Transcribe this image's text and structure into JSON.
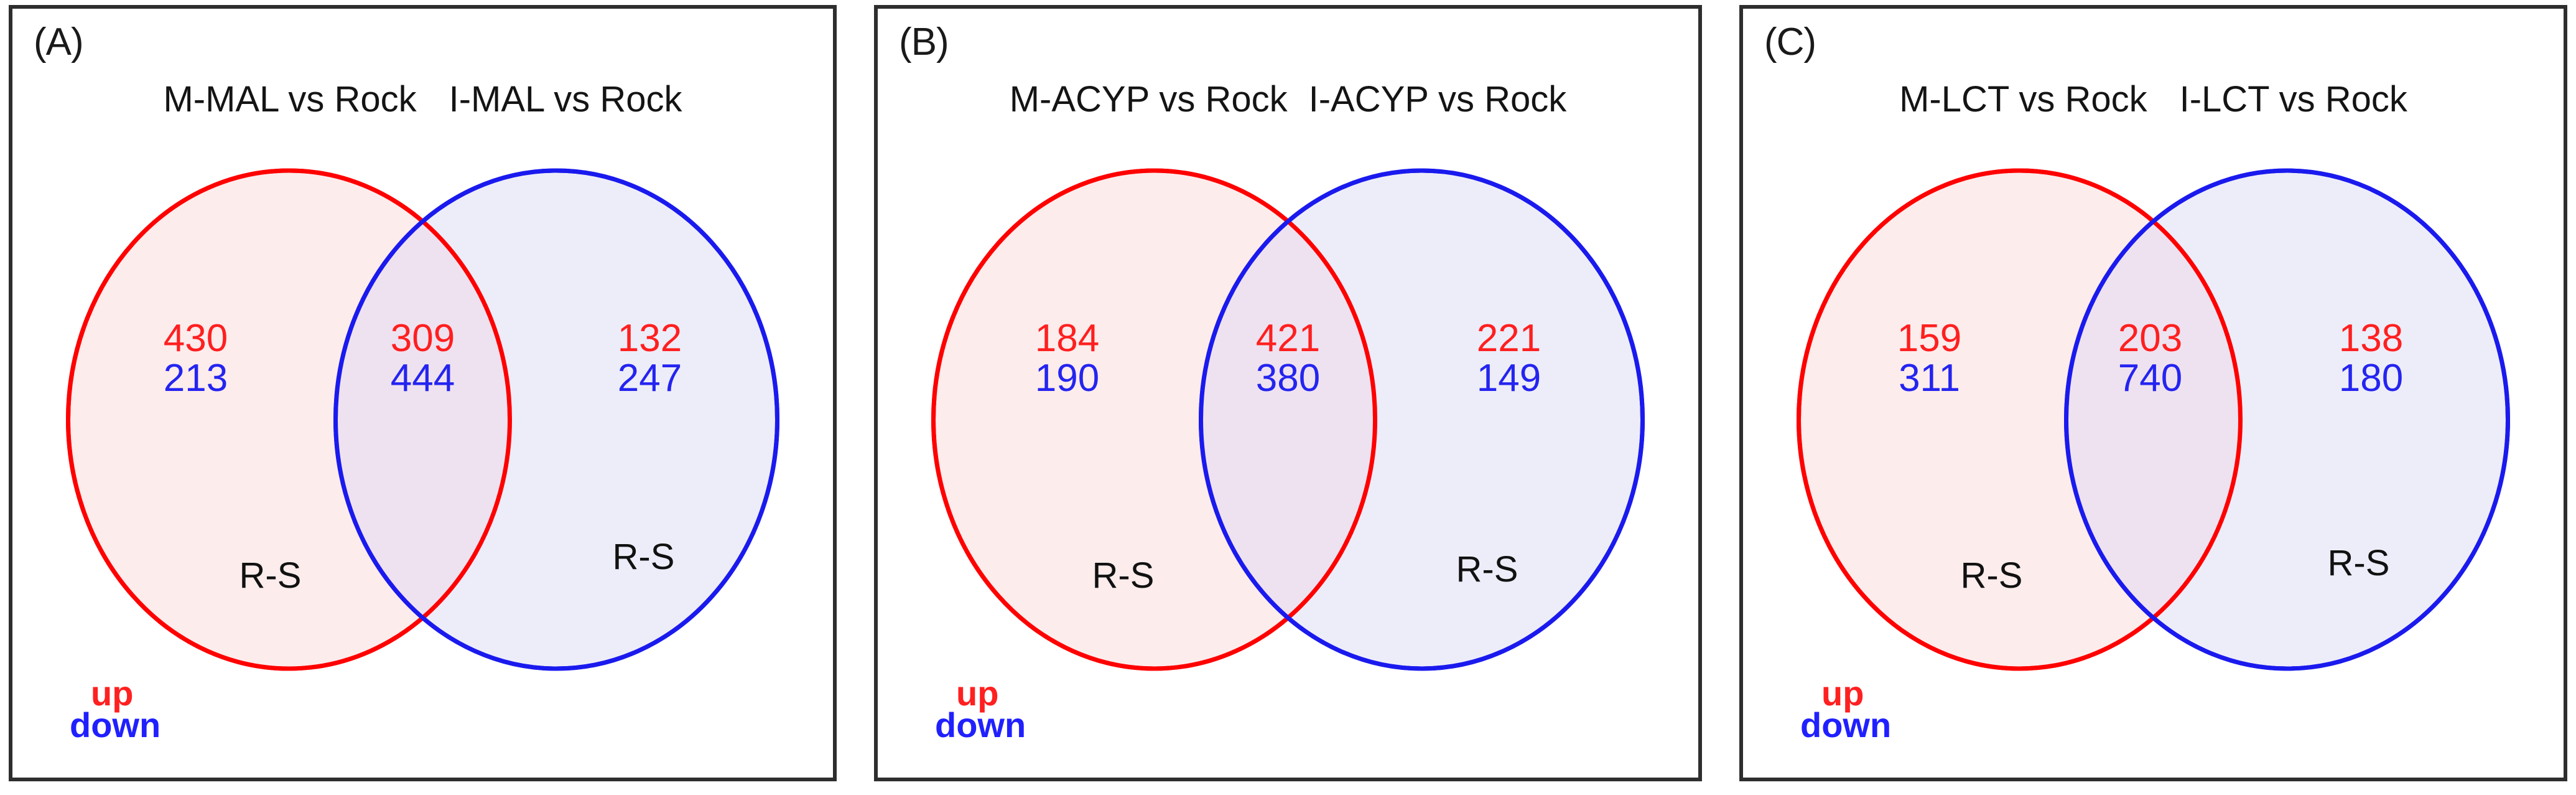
{
  "figure": {
    "panel_count": 3,
    "legend": {
      "up_label": "up",
      "down_label": "down",
      "up_color": "#ff1f1f",
      "down_color": "#2424f0"
    },
    "colors": {
      "left_stroke": "#ff0000",
      "right_stroke": "#1a1aee",
      "left_fill": "#fdecec",
      "right_fill": "#ececf8",
      "overlap_fill": "#f3e4f0",
      "panel_border": "#2e2e2e",
      "text": "#141414"
    }
  },
  "chart_data": [
    {
      "type": "venn",
      "panel": "(A)",
      "title": "",
      "sets": [
        "M-MAL vs Rock",
        "I-MAL vs Rock"
      ],
      "regions": {
        "left_only": {
          "up": "430",
          "down": "213"
        },
        "intersection": {
          "up": "309",
          "down": "444"
        },
        "right_only": {
          "up": "132",
          "down": "247"
        }
      },
      "annotations": {
        "left_note": "R-S",
        "right_note": "R-S"
      },
      "legend": [
        "up",
        "down"
      ]
    },
    {
      "type": "venn",
      "panel": "(B)",
      "title": "",
      "sets": [
        "M-ACYP vs Rock",
        "I-ACYP vs Rock"
      ],
      "regions": {
        "left_only": {
          "up": "184",
          "down": "190"
        },
        "intersection": {
          "up": "421",
          "down": "380"
        },
        "right_only": {
          "up": "221",
          "down": "149"
        }
      },
      "annotations": {
        "left_note": "R-S",
        "right_note": "R-S"
      },
      "legend": [
        "up",
        "down"
      ]
    },
    {
      "type": "venn",
      "panel": "(C)",
      "title": "",
      "sets": [
        "M-LCT vs Rock",
        "I-LCT  vs Rock"
      ],
      "regions": {
        "left_only": {
          "up": "159",
          "down": "311"
        },
        "intersection": {
          "up": "203",
          "down": "740"
        },
        "right_only": {
          "up": "138",
          "down": "180"
        }
      },
      "annotations": {
        "left_note": "R-S",
        "right_note": "R-S"
      },
      "legend": [
        "up",
        "down"
      ]
    }
  ]
}
